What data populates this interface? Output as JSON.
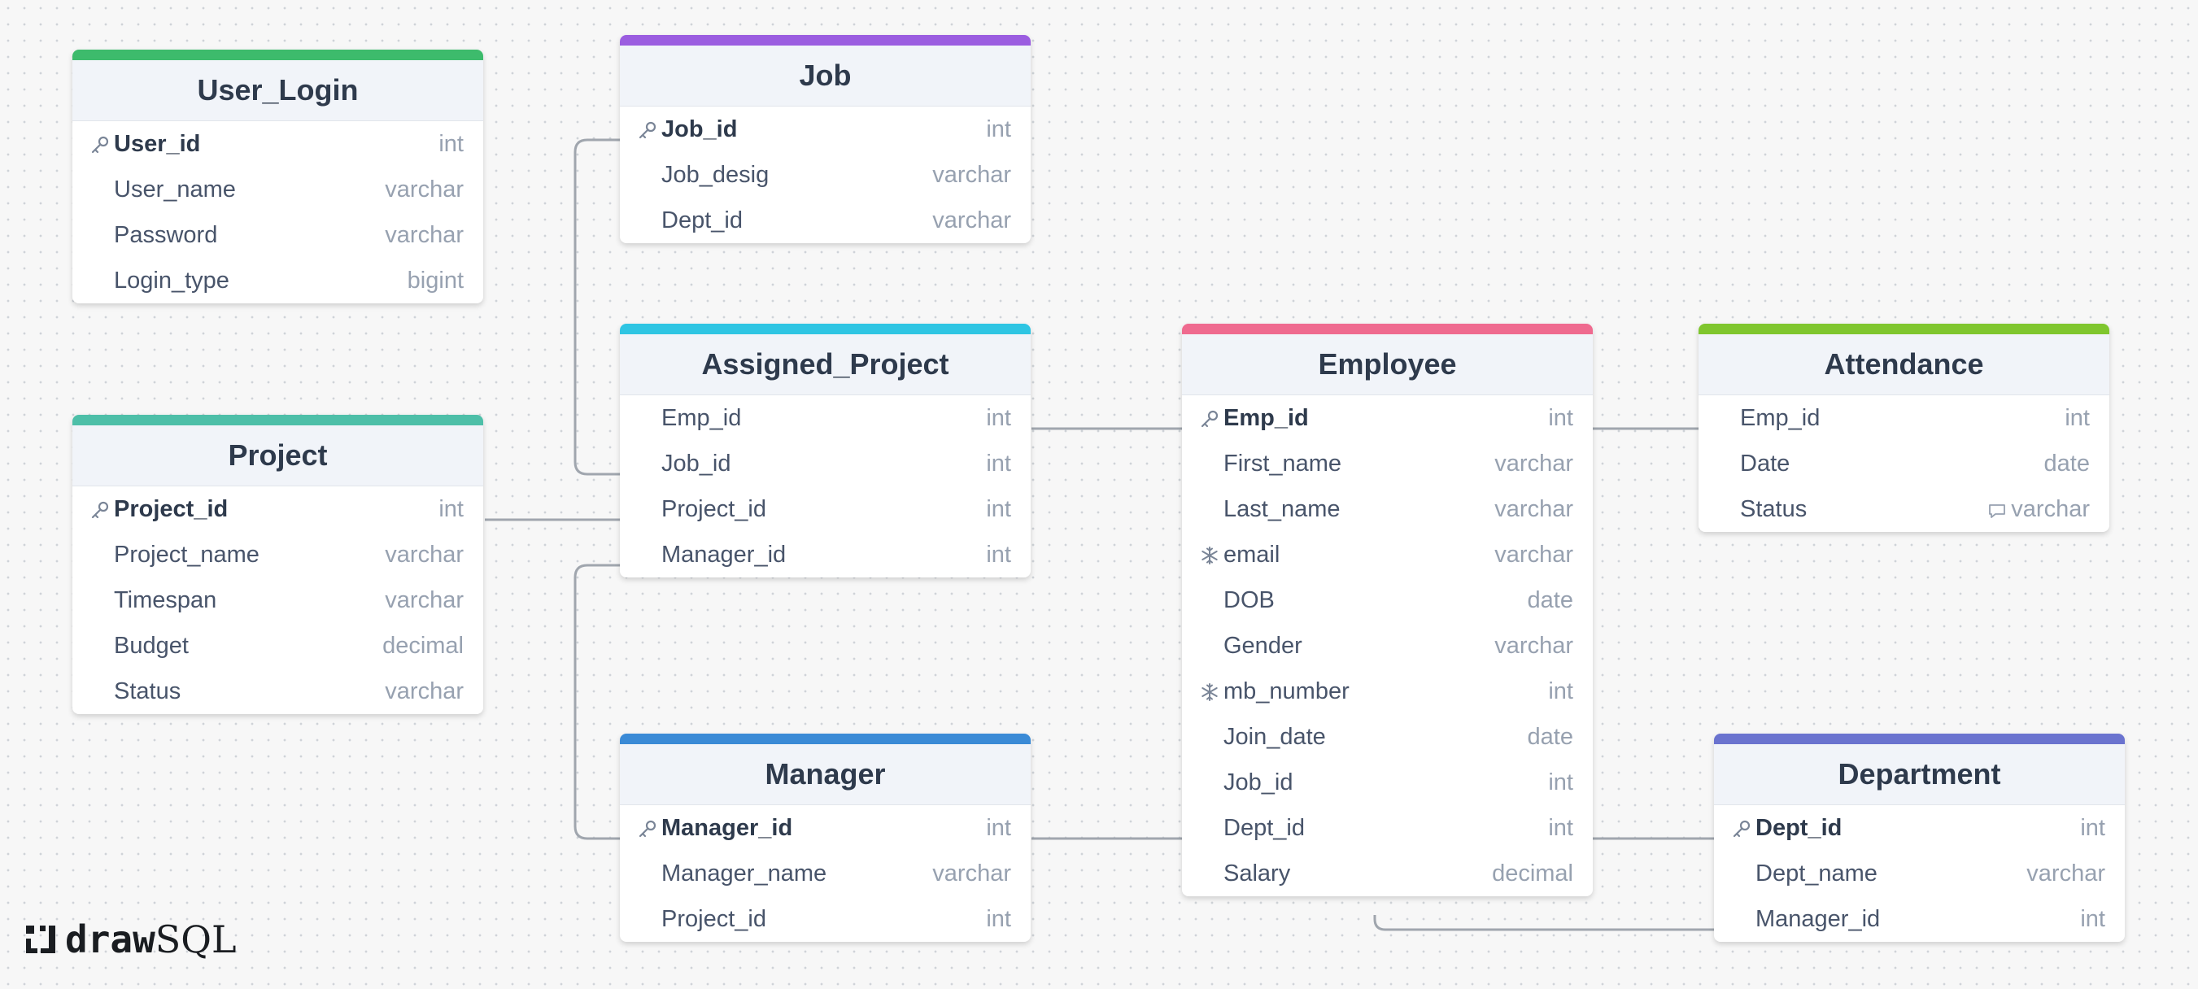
{
  "app": {
    "brand_bold": "draw",
    "brand_light": "SQL"
  },
  "tables": {
    "user_login": {
      "title": "User_Login",
      "color": "#3dbb6c",
      "columns": [
        {
          "name": "User_id",
          "type": "int",
          "pk": true,
          "icon": "key-icon"
        },
        {
          "name": "User_name",
          "type": "varchar"
        },
        {
          "name": "Password",
          "type": "varchar"
        },
        {
          "name": "Login_type",
          "type": "bigint"
        }
      ]
    },
    "job": {
      "title": "Job",
      "color": "#9b5de0",
      "columns": [
        {
          "name": "Job_id",
          "type": "int",
          "pk": true,
          "icon": "key-icon"
        },
        {
          "name": "Job_desig",
          "type": "varchar"
        },
        {
          "name": "Dept_id",
          "type": "varchar"
        }
      ]
    },
    "project": {
      "title": "Project",
      "color": "#4dbfa8",
      "columns": [
        {
          "name": "Project_id",
          "type": "int",
          "pk": true,
          "icon": "key-icon"
        },
        {
          "name": "Project_name",
          "type": "varchar"
        },
        {
          "name": "Timespan",
          "type": "varchar"
        },
        {
          "name": "Budget",
          "type": "decimal"
        },
        {
          "name": "Status",
          "type": "varchar"
        }
      ]
    },
    "assigned_project": {
      "title": "Assigned_Project",
      "color": "#2ec5e3",
      "columns": [
        {
          "name": "Emp_id",
          "type": "int"
        },
        {
          "name": "Job_id",
          "type": "int"
        },
        {
          "name": "Project_id",
          "type": "int"
        },
        {
          "name": "Manager_id",
          "type": "int"
        }
      ]
    },
    "employee": {
      "title": "Employee",
      "color": "#ef6a8f",
      "columns": [
        {
          "name": "Emp_id",
          "type": "int",
          "pk": true,
          "icon": "key-icon"
        },
        {
          "name": "First_name",
          "type": "varchar"
        },
        {
          "name": "Last_name",
          "type": "varchar"
        },
        {
          "name": "email",
          "type": "varchar",
          "icon": "unique-icon"
        },
        {
          "name": "DOB",
          "type": "date"
        },
        {
          "name": "Gender",
          "type": "varchar"
        },
        {
          "name": "mb_number",
          "type": "int",
          "icon": "unique-icon"
        },
        {
          "name": "Join_date",
          "type": "date"
        },
        {
          "name": "Job_id",
          "type": "int"
        },
        {
          "name": "Dept_id",
          "type": "int"
        },
        {
          "name": "Salary",
          "type": "decimal"
        }
      ]
    },
    "attendance": {
      "title": "Attendance",
      "color": "#7fc62e",
      "columns": [
        {
          "name": "Emp_id",
          "type": "int"
        },
        {
          "name": "Date",
          "type": "date"
        },
        {
          "name": "Status",
          "type": "varchar",
          "comment": true
        }
      ]
    },
    "manager": {
      "title": "Manager",
      "color": "#3a8ad6",
      "columns": [
        {
          "name": "Manager_id",
          "type": "int",
          "pk": true,
          "icon": "key-icon"
        },
        {
          "name": "Manager_name",
          "type": "varchar"
        },
        {
          "name": "Project_id",
          "type": "int"
        }
      ]
    },
    "department": {
      "title": "Department",
      "color": "#6a73cf",
      "columns": [
        {
          "name": "Dept_id",
          "type": "int",
          "pk": true,
          "icon": "key-icon"
        },
        {
          "name": "Dept_name",
          "type": "varchar"
        },
        {
          "name": "Manager_id",
          "type": "int"
        }
      ]
    }
  }
}
